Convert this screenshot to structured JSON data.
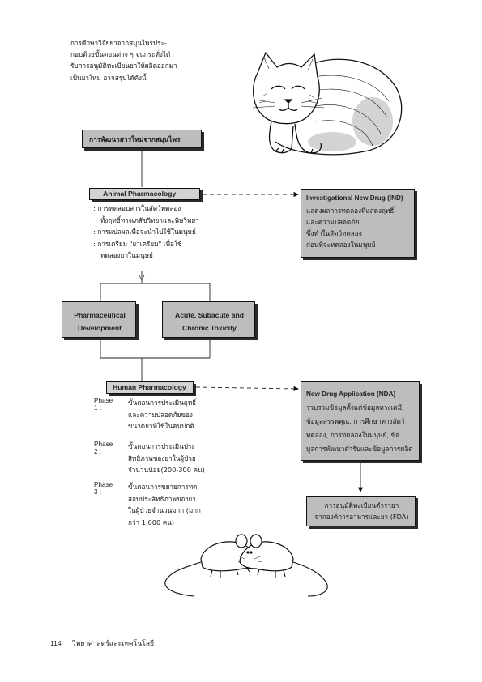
{
  "intro": {
    "lines": [
      "การศึกษาวิจัยยาจากสมุนไพรประ-",
      "กอบด้วยขั้นตอนต่าง ๆ จนกระทั่งได้",
      "รับการอนุมัติทะเบียนยาให้ผลิตออกมา",
      "เป็นยาใหม่ อาจสรุปได้ดังนี้"
    ]
  },
  "flow": {
    "main_title": "การพัฒนาสารใหม่จากสมุนไพร",
    "animal_pharmacology": "Animal Pharmacology",
    "animal_bullets": [
      ": การทดสอบสารในสัตว์ทดลอง",
      "ทั้งฤทธิ์ทางเภสัชวิทยาและพิษวิทยา",
      ": การแปลผลเพื่อจะนำไปใช้ในมนุษย์",
      ": การเตรียม \"ยาเตรียม\" เพื่อใช้",
      "ทดลองยาในมนุษย์"
    ],
    "ind_lines": [
      "Investigational New Drug (IND)",
      "แสดงผลการทดลองที่แสดงฤทธิ์",
      "และความปลอดภัย",
      "ซึ่งทำในสัตว์ทดลอง",
      "ก่อนที่จะทดลองในมนุษย์"
    ],
    "pharm_dev": [
      "Pharmaceutical",
      "Development"
    ],
    "toxicity": [
      "Acute, Subacute and",
      "Chronic Toxicity"
    ],
    "human_pharmacology": "Human Pharmacology",
    "phases": [
      {
        "label": "Phase 1 :",
        "lines": [
          "ขั้นตอนการประเมินฤทธิ์",
          "และความปลอดภัยของ",
          "ขนาดยาที่ใช้ในคนปกติ"
        ]
      },
      {
        "label": "Phase 2 :",
        "lines": [
          "ขั้นตอนการประเมินประ",
          "สิทธิภาพของยาในผู้ป่วย",
          "จำนวนน้อย(200-300 คน)"
        ]
      },
      {
        "label": "Phase 3 :",
        "lines": [
          "ขั้นตอนการขยายการทด",
          "สอบประสิทธิภาพของยา",
          "ในผู้ป่วยจำนวนมาก (มาก",
          "กว่า 1,000 คน)"
        ]
      }
    ],
    "nda_lines": [
      "New Drug Application (NDA)",
      "รวบรวมข้อมูลตั้งแต่ข้อมูลทางเคมี,",
      "ข้อมูลสรรพคุณ, การศึกษาทางสัตว์",
      "ทดลอง, การทดลองในมนุษย์, ข้อ",
      "มูลการพัฒนาตำรับและข้อมูลการผลิต"
    ],
    "fda_lines": [
      "การอนุมัติทะเบียนตำรายา",
      "จากองค์การอาหารและยา (FDA)"
    ]
  },
  "illustrations": {
    "top_right": "cat-illustration",
    "bottom": "mice-illustration"
  },
  "footer": {
    "page_number": "114",
    "text": "วิทยาศาสตร์และเทคโนโลยี"
  }
}
